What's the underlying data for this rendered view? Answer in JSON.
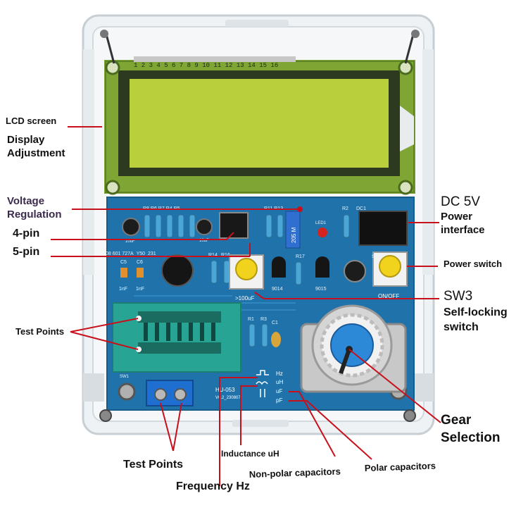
{
  "image": {
    "subject": "LCR / frequency tester kit in transparent acrylic case",
    "colors": {
      "case": "#dfe6ea",
      "pcb": "#1f6fa3",
      "lcd_bezel": "#86ad3a",
      "lcd_screen": "#b8cf3c",
      "callout_line": "#c8101c",
      "zif_socket": "#2aa596",
      "button_cap": "#f2d018",
      "knob": "#2b88d8"
    }
  },
  "labels": {
    "lcd_screen": "LCD screen",
    "display_adjustment_1": "Display",
    "display_adjustment_2": "Adjustment",
    "voltage_regulation_1": "Voltage",
    "voltage_regulation_2": "Regulation",
    "pin4": "4-pin",
    "pin5": "5-pin",
    "test_points_left": "Test Points",
    "dc5v": "DC 5V",
    "power_interface_1": "Power",
    "power_interface_2": "interface",
    "power_switch": "Power switch",
    "sw3": "SW3",
    "self_locking_1": "Self-locking",
    "self_locking_2": "switch",
    "gear_selection_1": "Gear",
    "gear_selection_2": "Selection",
    "inductance": "Inductance uH",
    "test_points_bottom": "Test Points",
    "frequency": "Frequency Hz",
    "non_polar": "Non-polar capacitors",
    "polar": "Polar capacitors"
  },
  "board_text": {
    "top_label": "1 2 3 4 5 6 7 8 9 10 11 12 13 14 15 16",
    "pcb_code": "08 601 727A_Y50_231",
    "board_model": "HU-053",
    "board_version": "V0.2_230807",
    "pot_marking": "205 M",
    "sw2": "SW2",
    "sw1": "SW1",
    "dc1": "DC1",
    "led1": "LED1",
    "on_off": "ON/OFF",
    "hz": "Hz",
    "uh": "uH",
    "uf": "uF",
    "pf": "pF",
    "cap_spec": ">100uF",
    "q1": "9014",
    "q2": "9015",
    "c5_val": "1nF",
    "c6_val": "1nF",
    "c5": "C5",
    "c6": "C6",
    "r14": "R14",
    "r16": "R16",
    "r17": "R17",
    "r2": "R2",
    "r1": "R1",
    "r3": "R3",
    "c1": "C1",
    "r8_r5": "R8 R6 R7 R4 R5",
    "r11_r13": "R11 R13",
    "cap_10uf_a": "10uF",
    "cap_10uf_b": "10uF"
  }
}
